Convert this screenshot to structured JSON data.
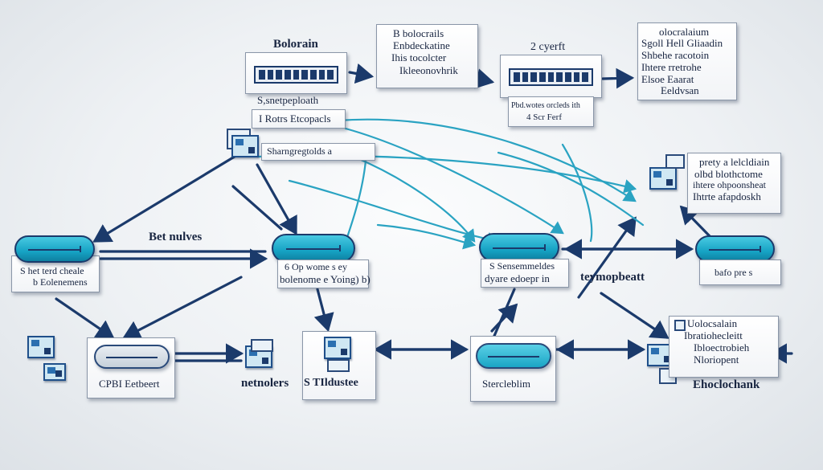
{
  "colors": {
    "navy": "#1b3a6b",
    "teal": "#18a6c6",
    "line_teal": "#2aa3c2"
  },
  "labels": {
    "top_left_title": "Bolorain",
    "top_left_caption": "S,snetpeploath",
    "top_mid_lines": [
      "B bolocrails",
      "Enbdeckatine",
      "Ihis tocolcter",
      "Ikleeonovhrik"
    ],
    "top_right_small_title": "2 cyerft",
    "top_right_small_lines": [
      "Pbd.wotes orcleds  ith",
      "4  Scr Ferf"
    ],
    "far_right_lines": [
      "olocralaium",
      "Sgoll Hell Gliaadin",
      "Shbehe racotoin",
      "Ihtere rretrohe",
      "Elsoe Eaarat",
      "Eeldvsan"
    ],
    "rotrs_caption": "I Rotrs Etcopacls",
    "sharng_caption": "Sharngregtolds  a",
    "right_upper_lines": [
      "prety a lelcldiain",
      "olbd blothctome",
      "ihtere ohpoonsheat",
      "Ihtrte afapdoskh"
    ],
    "bet_nulves": "Bet nulves",
    "left_pill_caption": [
      "S het terd cheale",
      "b Eolenemens"
    ],
    "mid_pill_caption": [
      "6 Op wome s  ey",
      "bolenome  e  Yoing) b)"
    ],
    "mid_right_caption": [
      "S Sensemmeldes",
      "dyare edoepr  in"
    ],
    "teymopbeatt": "teymopbeatt",
    "far_right_pill_caption": "bafo pre s",
    "bottom_right_lines": [
      "Uolocsalain",
      "Ibratiohecleitt",
      "Ibloectrobieh",
      "Nloriopent"
    ],
    "ehoclochank": "Ehoclochank",
    "cpbi": "CPBI Eetbeert",
    "netnolers": "netnolers",
    "tildustee": "S TIldustee",
    "stercleblim": "Stercleblim"
  }
}
